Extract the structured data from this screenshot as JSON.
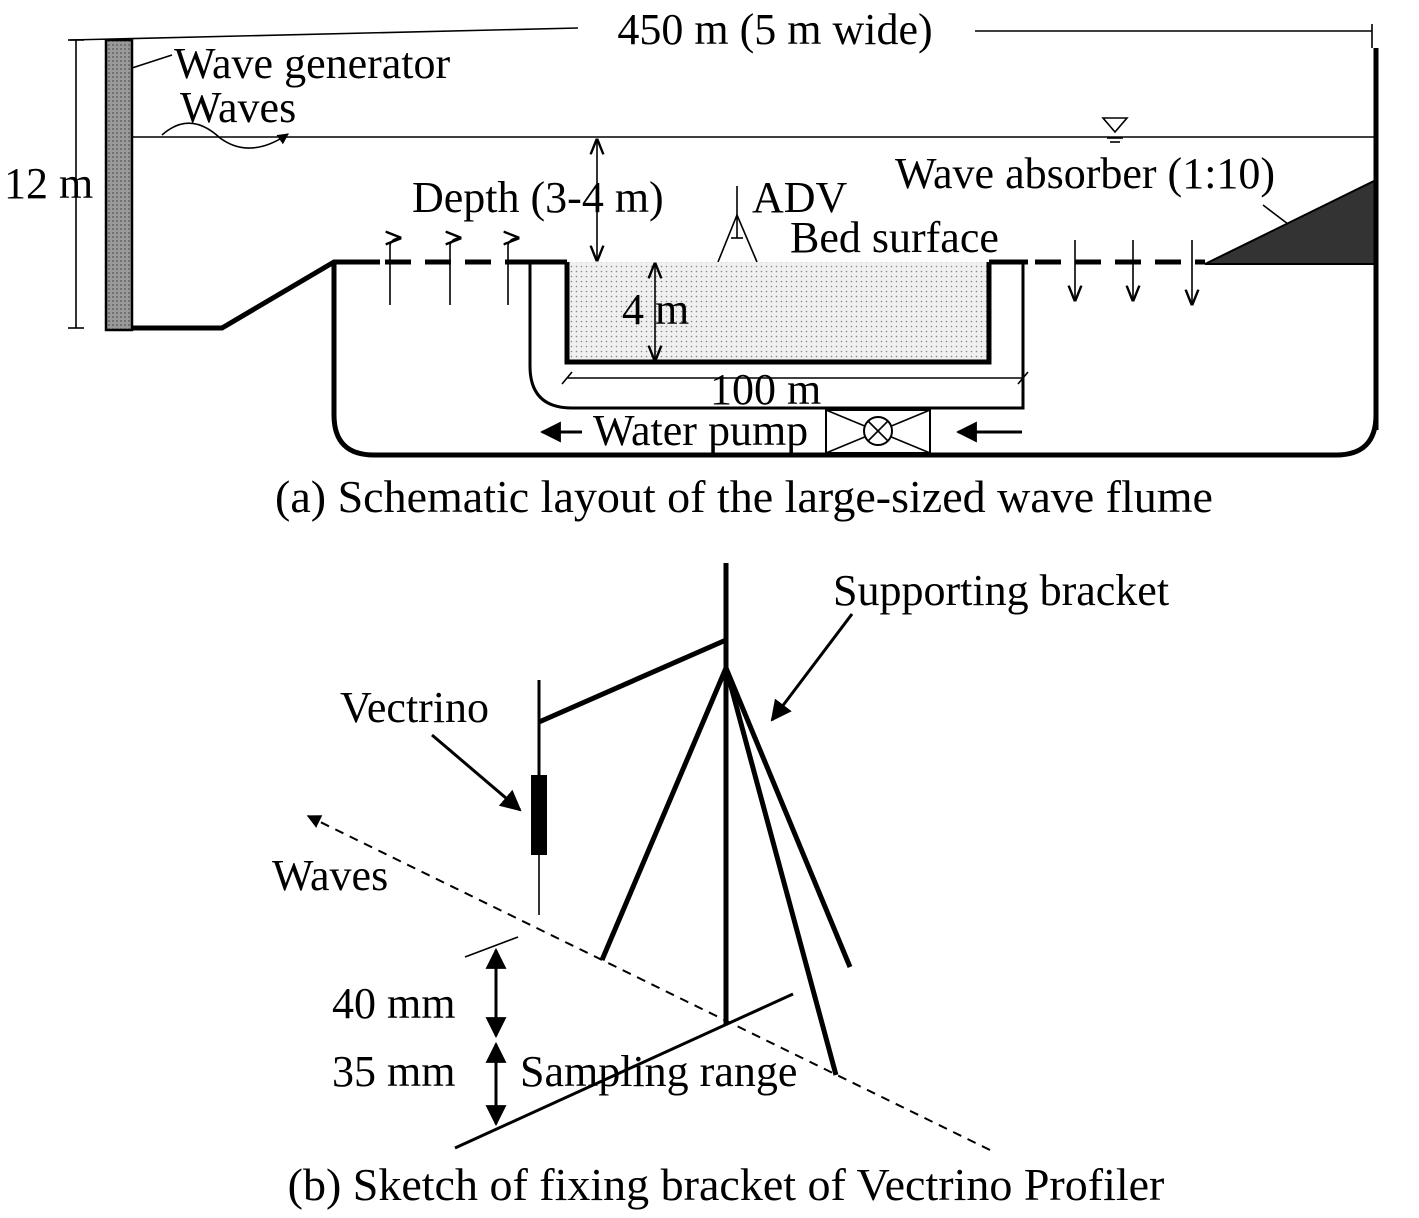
{
  "panel_a": {
    "length_label": "450 m (5 m wide)",
    "height_label": "12 m",
    "wave_generator": "Wave generator",
    "waves": "Waves",
    "depth_label": "Depth (3-4 m)",
    "adv_label": "ADV",
    "bed_surface": "Bed surface",
    "wave_absorber": "Wave absorber (1:10)",
    "pit_depth": "4 m",
    "pit_length": "100 m",
    "water_pump": "Water pump",
    "caption": "(a) Schematic layout of the large-sized wave flume"
  },
  "panel_b": {
    "supporting_bracket": "Supporting bracket",
    "vectrino": "Vectrino",
    "waves": "Waves",
    "dist_40": "40 mm",
    "dist_35": "35 mm",
    "sampling_range": "Sampling range",
    "caption": "(b) Sketch of fixing bracket of Vectrino Profiler"
  },
  "colors": {
    "line": "#000000",
    "generator_fill": "#8a8a8a",
    "sediment_fill": "#e6e6e6",
    "absorber_fill": "#333333"
  }
}
